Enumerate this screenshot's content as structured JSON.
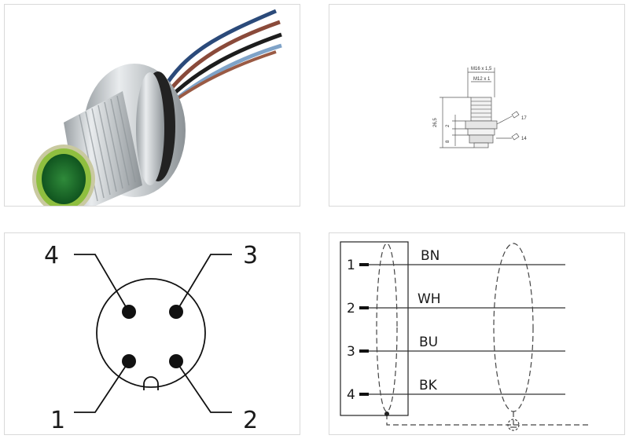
{
  "pinout": {
    "labels": [
      "4",
      "3",
      "1",
      "2"
    ]
  },
  "dimension": {
    "thread_outer": "M16 x 1,5",
    "thread_inner": "M12 x 1",
    "height_total": "26,5",
    "dim_a": "2",
    "dim_b": "8",
    "wrench_1": "17",
    "wrench_2": "14"
  },
  "wiring": {
    "pins": [
      "1",
      "2",
      "3",
      "4"
    ],
    "colors": [
      "BN",
      "WH",
      "BU",
      "BK"
    ]
  }
}
